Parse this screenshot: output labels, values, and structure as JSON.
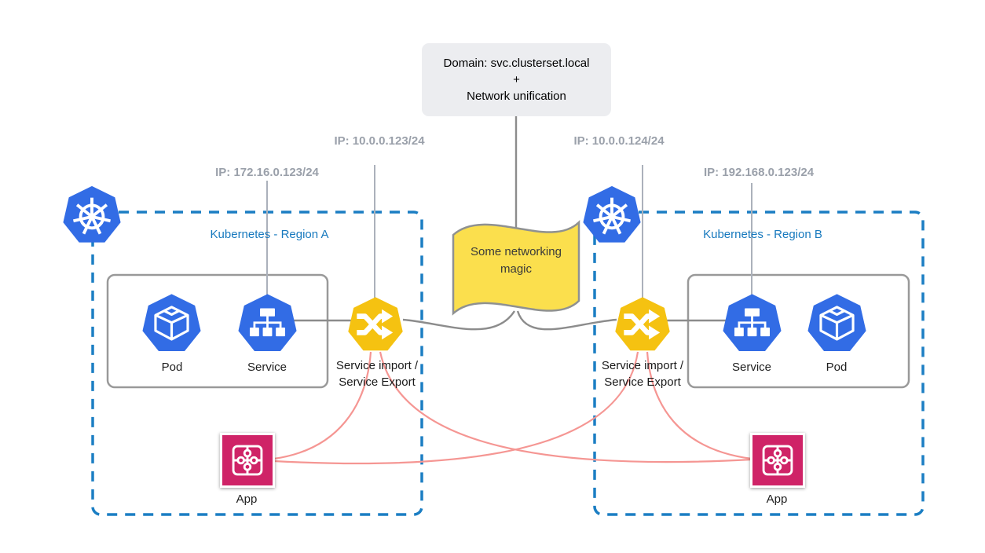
{
  "header": {
    "domain_line1": "Domain: svc.clusterset.local",
    "domain_line2": "+",
    "domain_line3": "Network unification"
  },
  "ips": {
    "region_a_service": "IP: 172.16.0.123/24",
    "region_a_gateway": "IP: 10.0.0.123/24",
    "region_b_gateway": "IP: 10.0.0.124/24",
    "region_b_service": "IP: 192.168.0.123/24"
  },
  "banner": {
    "line1": "Some networking",
    "line2": "magic"
  },
  "region_a": {
    "title": "Kubernetes - Region A",
    "pod": "Pod",
    "service": "Service",
    "import_line1": "Service import /",
    "import_line2": "Service Export",
    "app": "App"
  },
  "region_b": {
    "title": "Kubernetes - Region B",
    "service": "Service",
    "pod": "Pod",
    "import_line1": "Service import /",
    "import_line2": "Service Export",
    "app": "App"
  },
  "colors": {
    "kubernetes_blue": "#326CE5",
    "gold": "#F5C211",
    "banner_yellow": "#FBDF4D",
    "crimson": "#CF2367",
    "region_border_blue": "#1B7EC3",
    "region_title_blue": "#1779BE",
    "connector_gray": "#8C8C8C",
    "leader_gray": "#ABB1BB",
    "link_pink": "#F59693",
    "ip_text_gray": "#9AA0AA",
    "domain_box_bg": "#ECEDF0"
  }
}
